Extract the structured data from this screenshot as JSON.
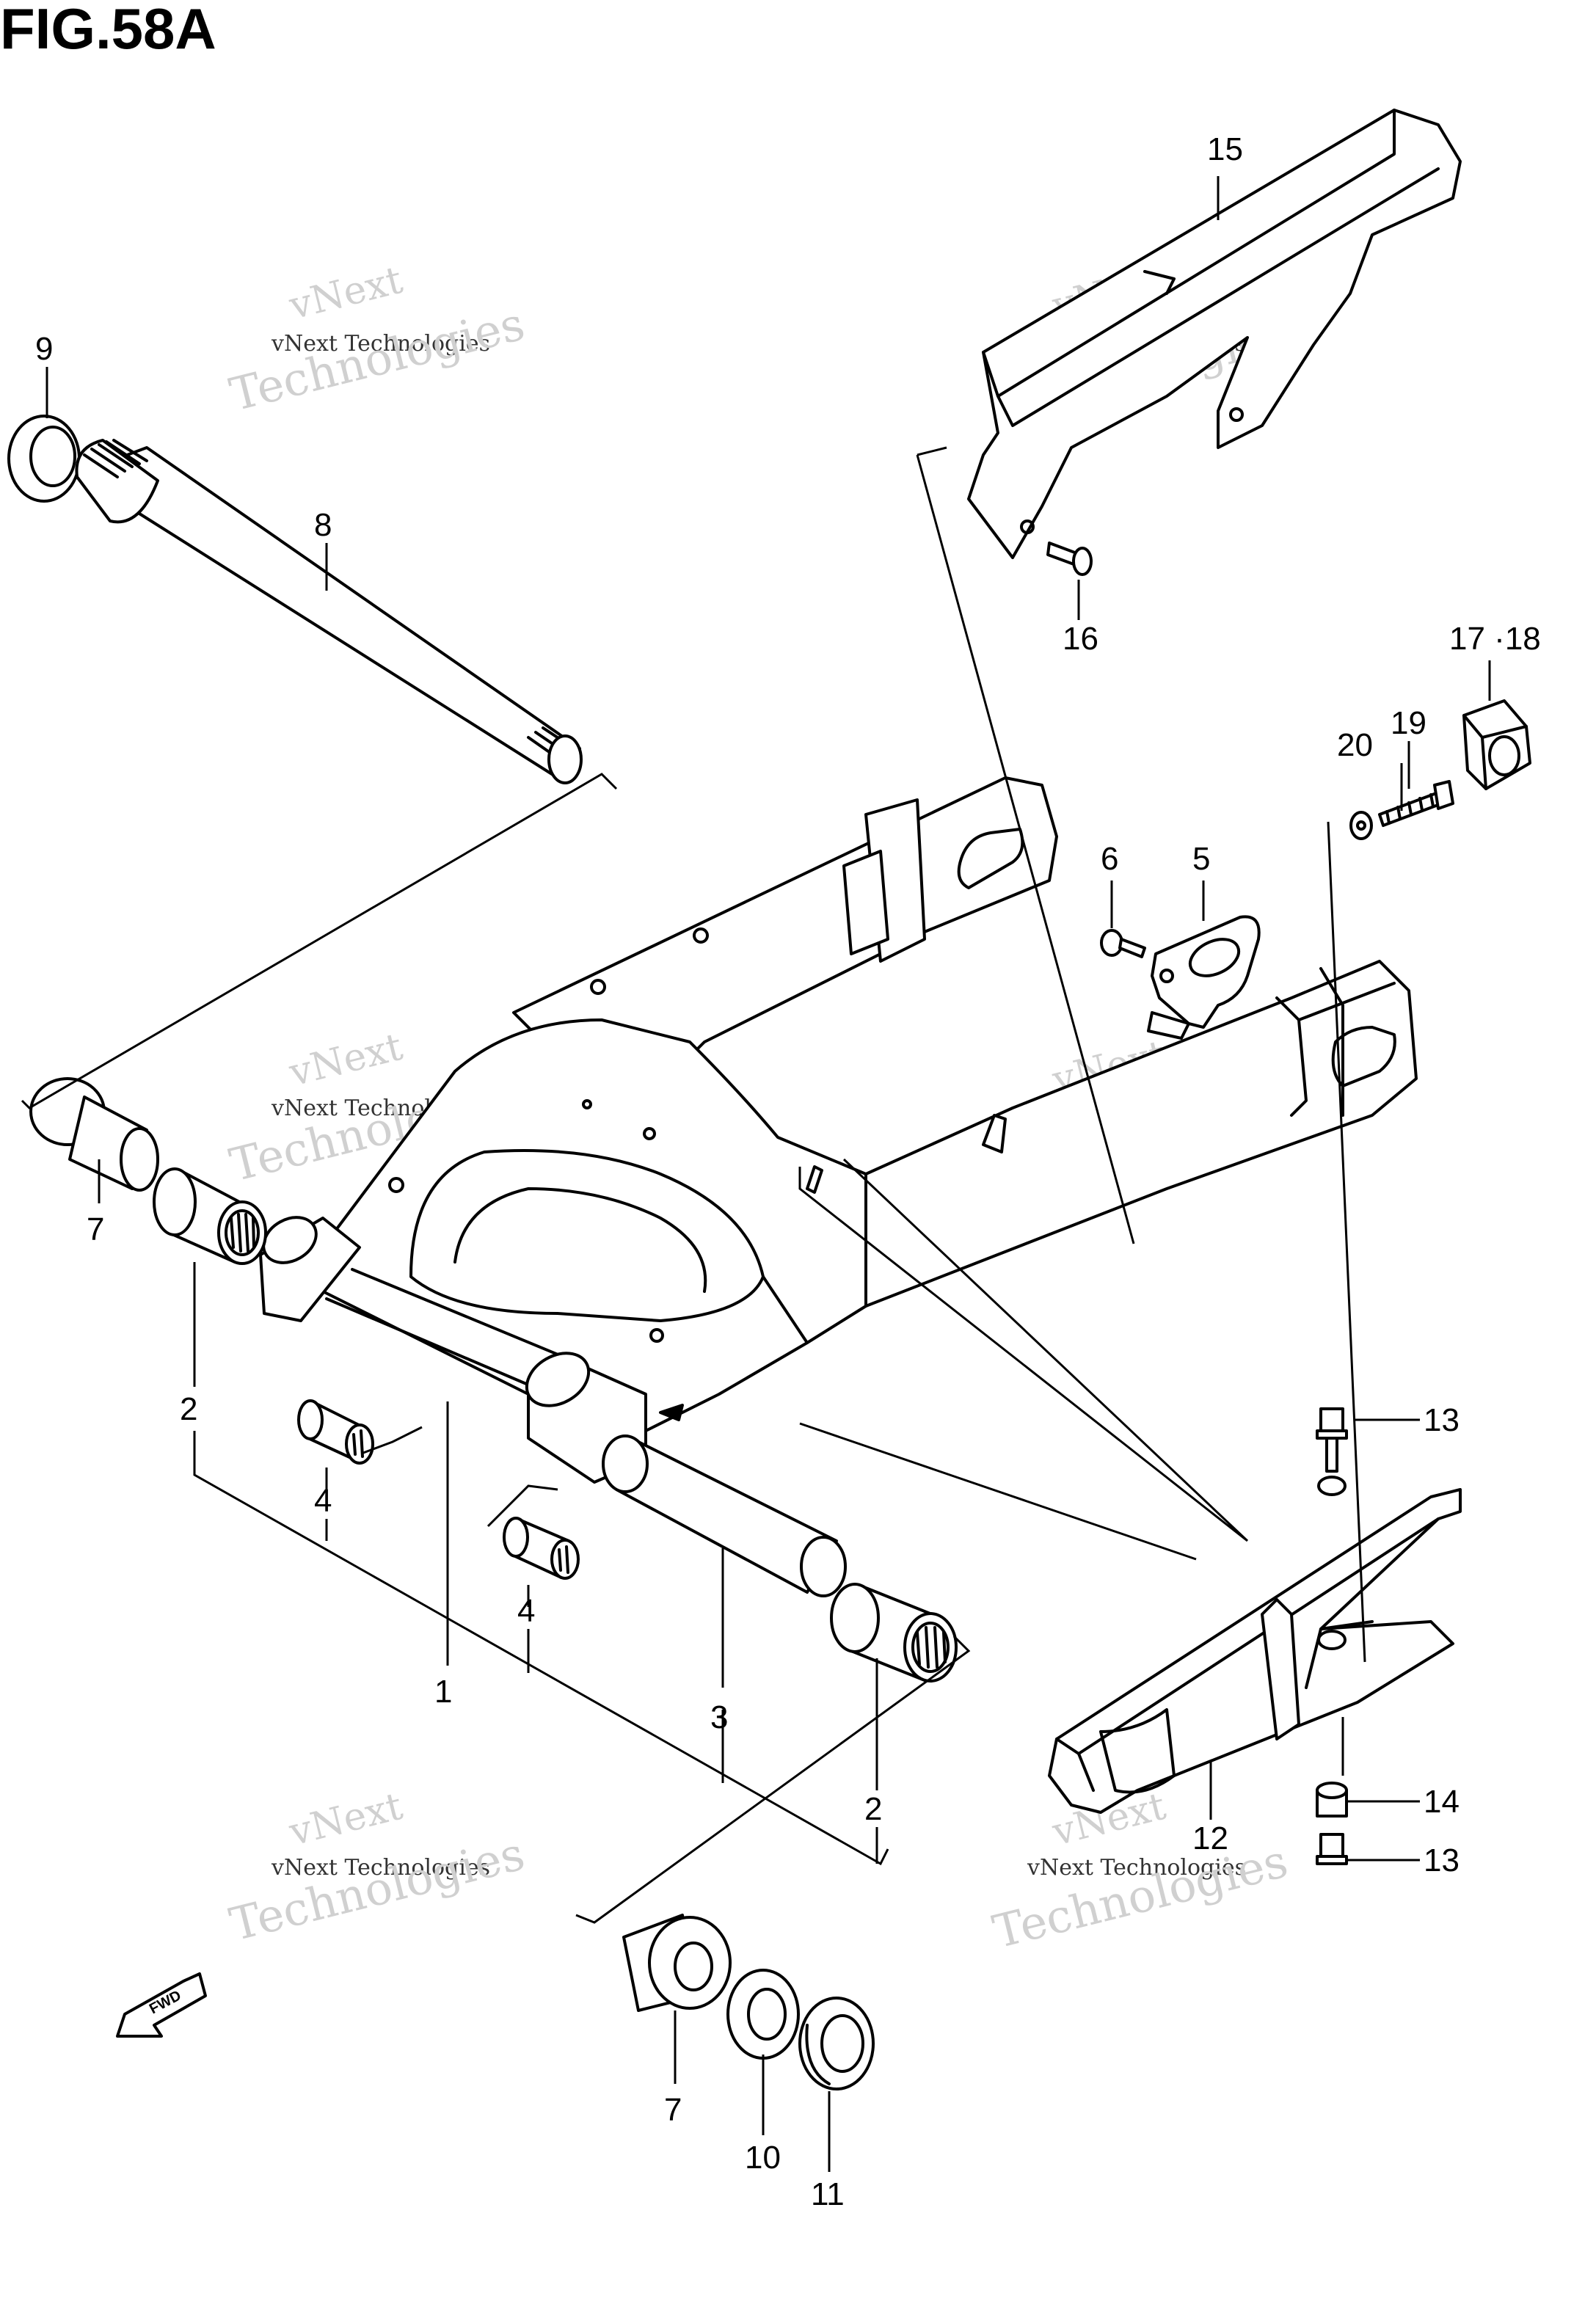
{
  "figure": {
    "title": "FIG.58A"
  },
  "watermark": {
    "brand_top": "vNext",
    "brand_full": "vNext Technologies",
    "brand_word": "Technologies"
  },
  "fwd_badge": "FWD",
  "callouts": [
    {
      "id": "c1",
      "label": "1"
    },
    {
      "id": "c2a",
      "label": "2"
    },
    {
      "id": "c2b",
      "label": "2"
    },
    {
      "id": "c3",
      "label": "3"
    },
    {
      "id": "c4a",
      "label": "4"
    },
    {
      "id": "c4b",
      "label": "4"
    },
    {
      "id": "c5",
      "label": "5"
    },
    {
      "id": "c6",
      "label": "6"
    },
    {
      "id": "c7a",
      "label": "7"
    },
    {
      "id": "c7b",
      "label": "7"
    },
    {
      "id": "c8",
      "label": "8"
    },
    {
      "id": "c9",
      "label": "9"
    },
    {
      "id": "c10",
      "label": "10"
    },
    {
      "id": "c11",
      "label": "11"
    },
    {
      "id": "c12",
      "label": "12"
    },
    {
      "id": "c13a",
      "label": "13"
    },
    {
      "id": "c13b",
      "label": "13"
    },
    {
      "id": "c14",
      "label": "14"
    },
    {
      "id": "c15",
      "label": "15"
    },
    {
      "id": "c16",
      "label": "16"
    },
    {
      "id": "c1718",
      "label": "17 ·18"
    },
    {
      "id": "c19",
      "label": "19"
    },
    {
      "id": "c20",
      "label": "20"
    }
  ]
}
